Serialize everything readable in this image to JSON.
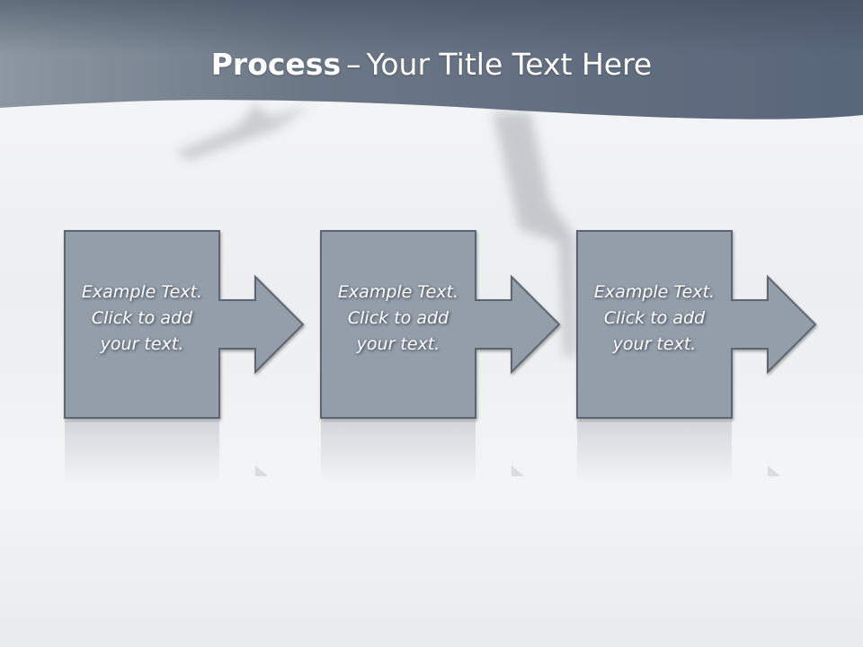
{
  "slide": {
    "title_bold": "Process",
    "title_separator": "–",
    "title_rest": "Your Title Text Here",
    "steps": [
      {
        "lines": [
          "Example Text.",
          "Click  to add",
          "your text."
        ]
      },
      {
        "lines": [
          "Example Text.",
          "Click  to add",
          "your text."
        ]
      },
      {
        "lines": [
          "Example Text.",
          "Click  to add",
          "your text."
        ]
      }
    ]
  },
  "colors": {
    "header": "#5e6a7a",
    "box_fill": "#939ea9",
    "box_stroke": "#5d6670",
    "text": "#ffffff"
  }
}
